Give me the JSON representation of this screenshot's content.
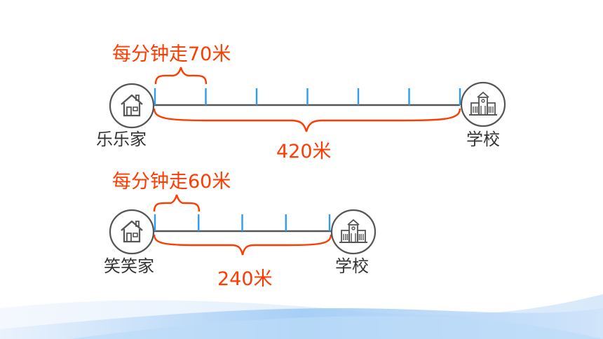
{
  "diagram_1": {
    "speed_label": "每分钟走70米",
    "start_label": "乐乐家",
    "end_label": "学校",
    "distance_label": "420米",
    "segments": 6
  },
  "diagram_2": {
    "speed_label": "每分钟走60米",
    "start_label": "笑笑家",
    "end_label": "学校",
    "distance_label": "240米",
    "segments": 4
  },
  "colors": {
    "accent_red": "#ff3b00",
    "tick_blue": "#2e9cf0",
    "line_gray": "#555555",
    "icon_gray": "#555555"
  },
  "icons": {
    "home": "house-icon",
    "school": "school-icon"
  }
}
